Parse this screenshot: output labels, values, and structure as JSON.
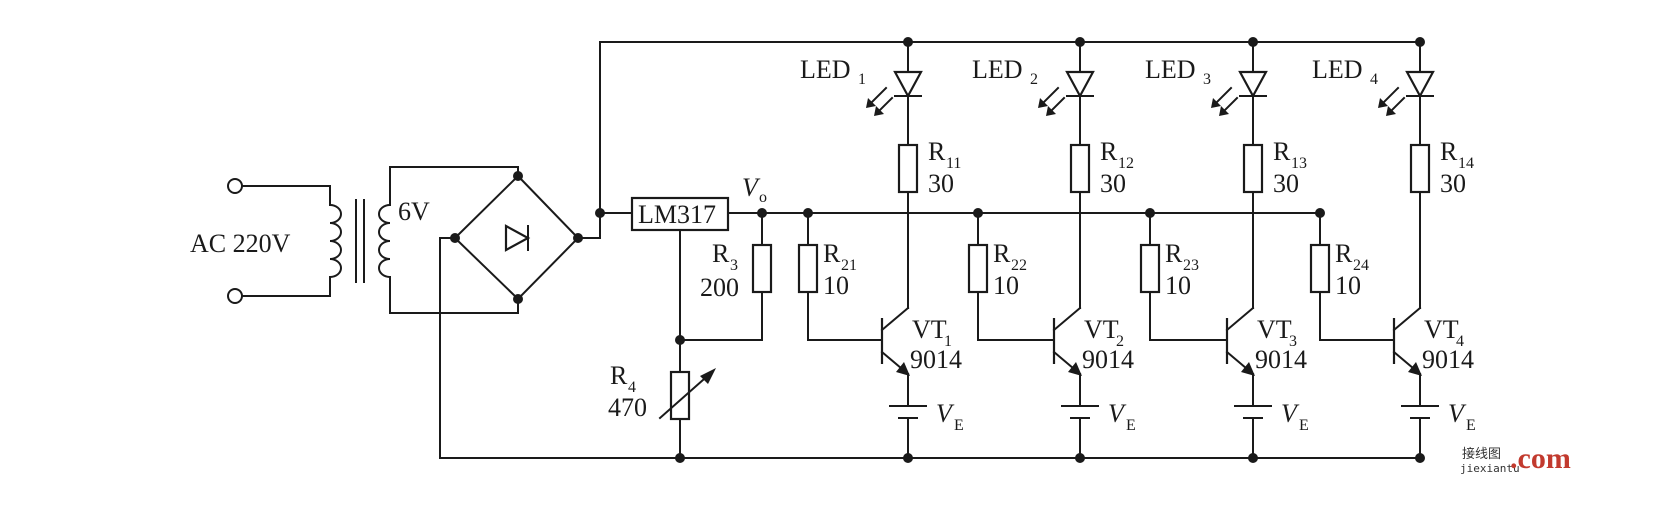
{
  "circuit": {
    "source": {
      "label": "AC 220V"
    },
    "transformer": {
      "secondary": "6V"
    },
    "regulator": {
      "name": "LM317",
      "output_base": "V",
      "output_sub": "o"
    },
    "r3": {
      "name": "R",
      "sub": "3",
      "value": "200"
    },
    "r4": {
      "name": "R",
      "sub": "4",
      "value": "470"
    },
    "channels": [
      {
        "led": {
          "name": "LED",
          "sub": "1"
        },
        "rc": {
          "name": "R",
          "sub": "11",
          "value": "30"
        },
        "rb": {
          "name": "R",
          "sub": "21",
          "value": "10"
        },
        "vt": {
          "name": "VT",
          "sub": "1",
          "type": "9014"
        },
        "ve": {
          "name": "V",
          "sub": "E"
        }
      },
      {
        "led": {
          "name": "LED",
          "sub": "2"
        },
        "rc": {
          "name": "R",
          "sub": "12",
          "value": "30"
        },
        "rb": {
          "name": "R",
          "sub": "22",
          "value": "10"
        },
        "vt": {
          "name": "VT",
          "sub": "2",
          "type": "9014"
        },
        "ve": {
          "name": "V",
          "sub": "E"
        }
      },
      {
        "led": {
          "name": "LED",
          "sub": "3"
        },
        "rc": {
          "name": "R",
          "sub": "13",
          "value": "30"
        },
        "rb": {
          "name": "R",
          "sub": "23",
          "value": "10"
        },
        "vt": {
          "name": "VT",
          "sub": "3",
          "type": "9014"
        },
        "ve": {
          "name": "V",
          "sub": "E"
        }
      },
      {
        "led": {
          "name": "LED",
          "sub": "4"
        },
        "rc": {
          "name": "R",
          "sub": "14",
          "value": "30"
        },
        "rb": {
          "name": "R",
          "sub": "24",
          "value": "10"
        },
        "vt": {
          "name": "VT",
          "sub": "4",
          "type": "9014"
        },
        "ve": {
          "name": "V",
          "sub": "E"
        }
      }
    ]
  },
  "watermark": {
    "cn": "接线图",
    "url": "jiexiantu",
    "domain": ".com"
  },
  "colors": {
    "ink": "#1a1a1a",
    "watermark": "#c23a2e"
  }
}
